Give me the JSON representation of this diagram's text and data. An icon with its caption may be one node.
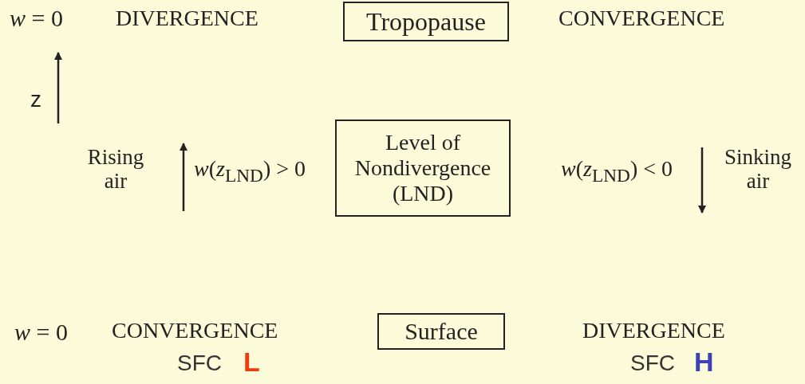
{
  "diagram": {
    "nodes": [
      {
        "text": [
          "Tropopause"
        ]
      },
      {
        "text": [
          "Level of Nondivergence (LND)"
        ]
      },
      {
        "text": [
          "Surface"
        ]
      }
    ],
    "edges": [],
    "labels": [
      "*w* = 0",
      "DIVERGENCE",
      "CONVERGENCE",
      "z",
      "Rising air",
      "*w*(*z*$_{LND}$) > 0",
      "*w*(*z*$_{LND}$) < 0",
      "Sinking air",
      "*w* = 0",
      "CONVERGENCE",
      "DIVERGENCE",
      "SFC",
      "L",
      "SFC",
      "H"
    ]
  }
}
